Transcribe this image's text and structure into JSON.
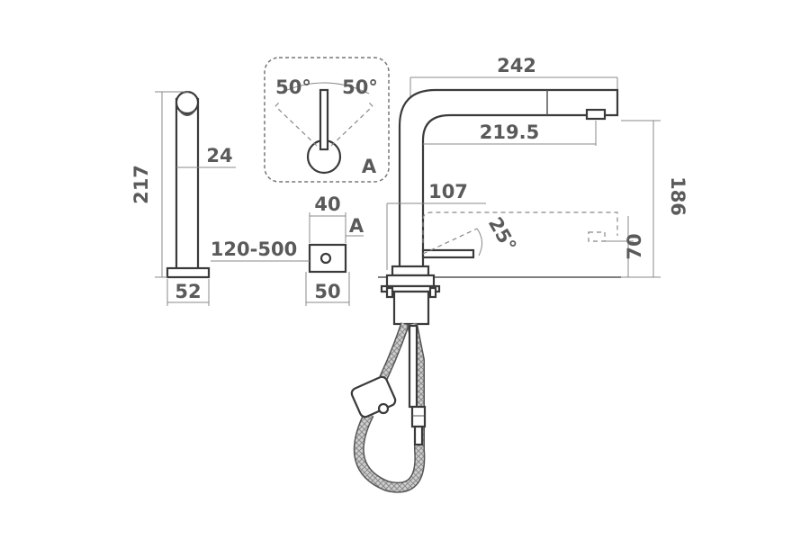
{
  "dimensions": {
    "height_total": "217",
    "lever_width": "24",
    "base_width": "52",
    "hole_width": "40",
    "section_marker": "A",
    "counter_thickness": "120-500",
    "plate_width": "50",
    "spout_reach": "242",
    "aerator_reach": "219.5",
    "pullout_reach": "107",
    "swivel_angle": "25°",
    "spout_height": "186",
    "outlet_height": "70"
  },
  "detail_box": {
    "angle_left": "50°",
    "angle_right": "50°",
    "label": "A"
  },
  "colors": {
    "line": "#3a3a3a",
    "text": "#5a5a5a",
    "hose": "#6b6b6b"
  }
}
